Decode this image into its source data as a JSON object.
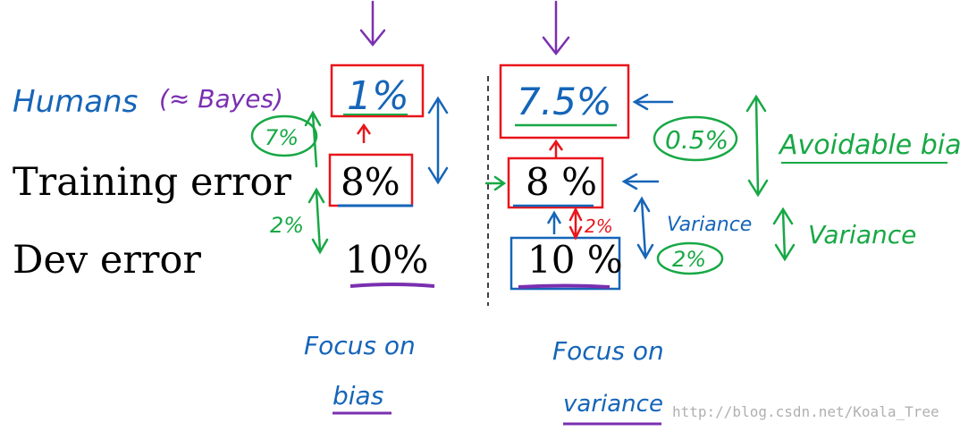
{
  "row_labels": {
    "training": "Training error",
    "dev": "Dev error"
  },
  "left_case": {
    "human": "1%",
    "train": "8%",
    "dev": "10%",
    "gap_top": "7%",
    "gap_bottom": "2%",
    "focus_line1": "Focus on",
    "focus_line2": "bias"
  },
  "right_case": {
    "human": "7.5%",
    "train": "8 %",
    "dev": "10 %",
    "gap_top": "0.5%",
    "gap_small": "2%",
    "gap_bottom": "2%",
    "variance_label": "Variance",
    "focus_line1": "Focus on",
    "focus_line2": "variance"
  },
  "annotations": {
    "humans": "Humans",
    "bayes": "(≈ Bayes)",
    "avoidable_bias": "Avoidable bias",
    "variance": "Variance"
  },
  "watermark": "http://blog.csdn.net/Koala_Tree",
  "colors": {
    "red": "#e8151b",
    "blue": "#1565b8",
    "green": "#17a845",
    "purple": "#7a2fb0",
    "black": "#000000"
  }
}
